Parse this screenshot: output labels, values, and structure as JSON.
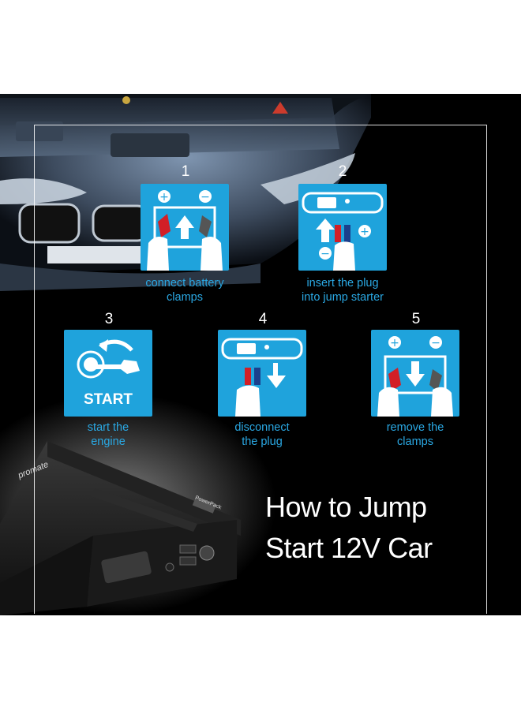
{
  "steps": [
    {
      "number": "1",
      "caption_line1": "connect battery",
      "caption_line2": "clamps",
      "icon": "battery-clamps-connect-icon"
    },
    {
      "number": "2",
      "caption_line1": "insert the plug",
      "caption_line2": "into jump starter",
      "icon": "insert-plug-icon"
    },
    {
      "number": "3",
      "caption_line1": "start the",
      "caption_line2": "engine",
      "icon": "ignition-key-icon",
      "tile_text": "START"
    },
    {
      "number": "4",
      "caption_line1": "disconnect",
      "caption_line2": "the plug",
      "icon": "disconnect-plug-icon"
    },
    {
      "number": "5",
      "caption_line1": "remove the",
      "caption_line2": "clamps",
      "icon": "battery-clamps-remove-icon"
    }
  ],
  "headline": {
    "line1": "How to Jump",
    "line2": "Start 12V Car"
  },
  "device": {
    "brand": "promate",
    "badge": "PowerPack"
  },
  "colors": {
    "accent": "#1fa3dc",
    "caption": "#2aa8e3",
    "background": "#000000",
    "headline": "#ffffff"
  }
}
